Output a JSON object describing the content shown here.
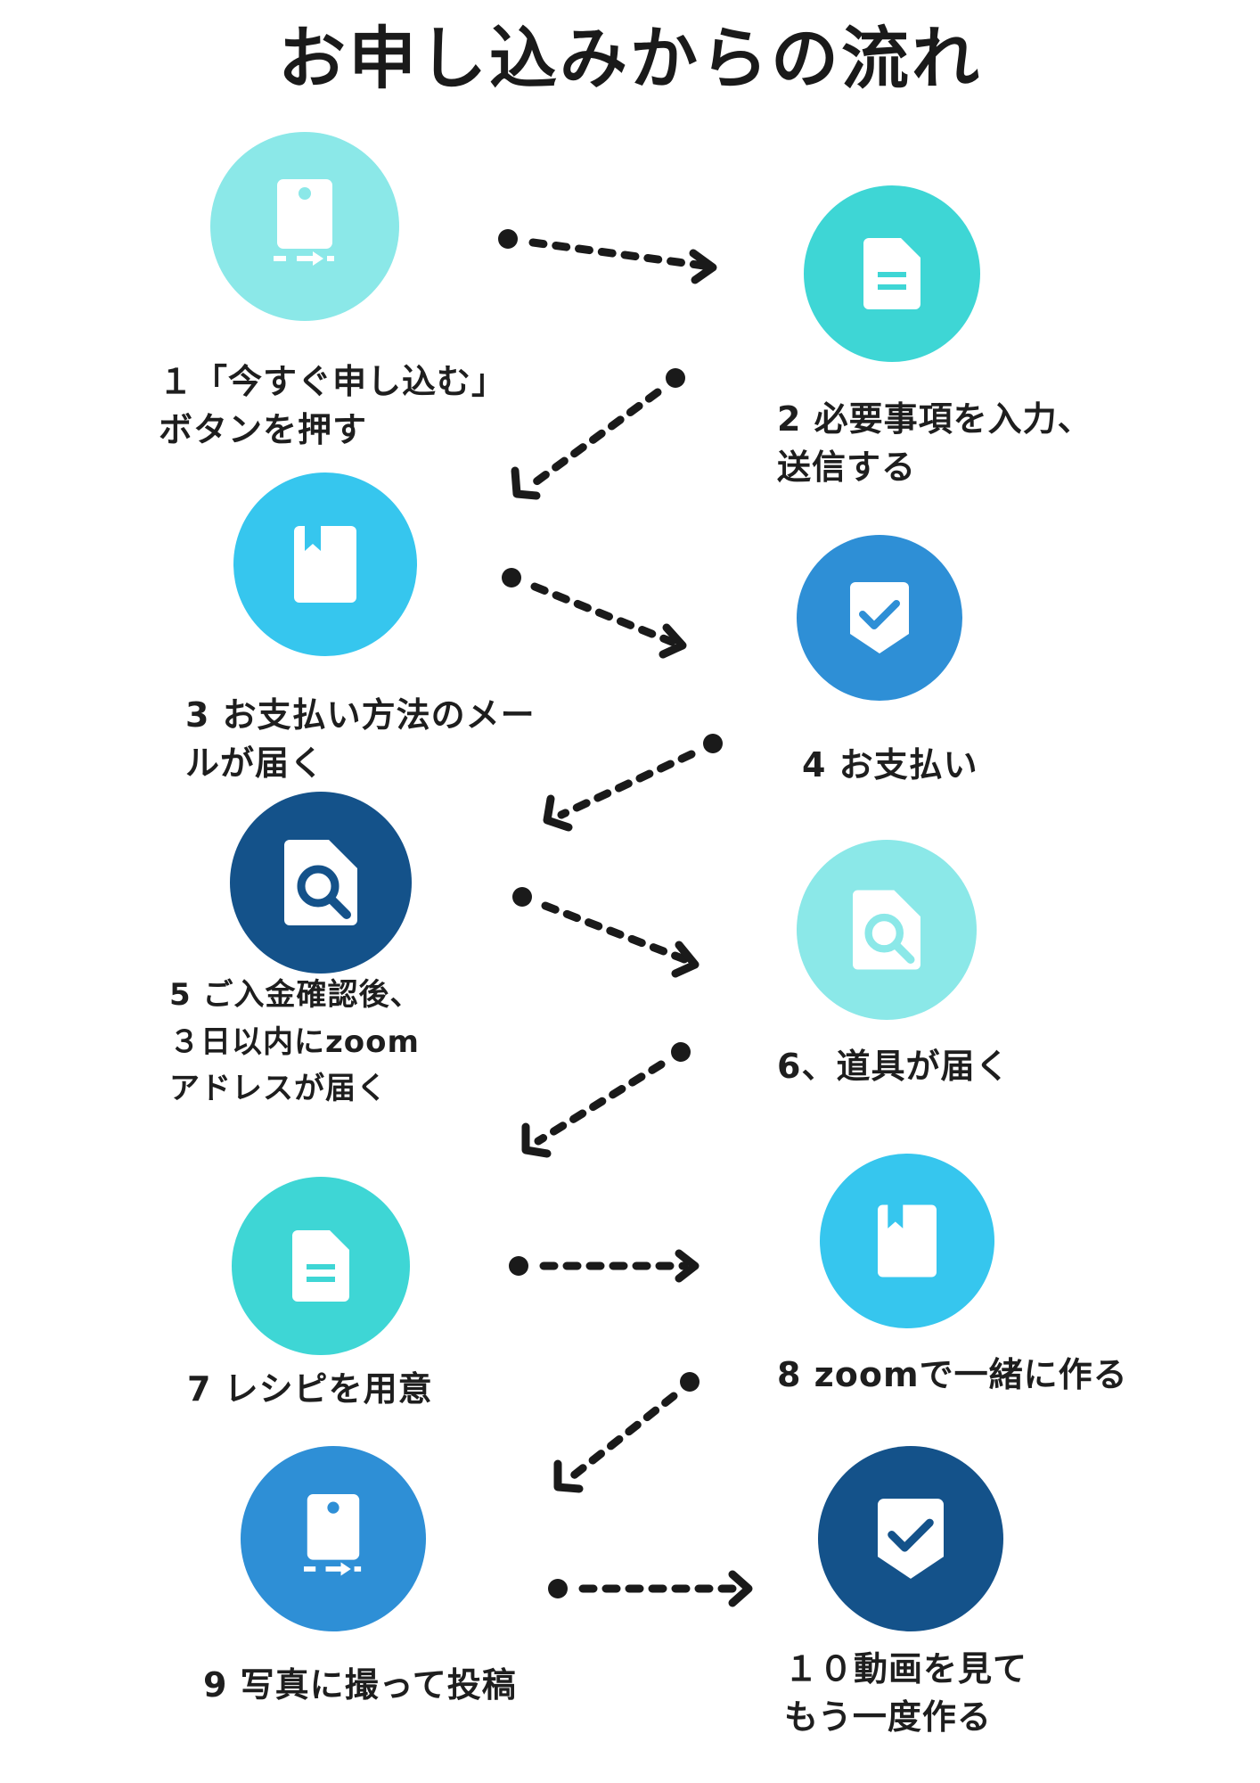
{
  "title": "お申し込みからの流れ",
  "colors": {
    "light_cyan": "#8BE8E8",
    "turquoise": "#3ED6D5",
    "sky_blue": "#36C6EE",
    "medium_blue": "#2E8FD6",
    "navy": "#14528A",
    "arrow": "#1a1a1a",
    "icon": "#ffffff"
  },
  "steps": [
    {
      "number": "1",
      "icon": "phone-icon",
      "color": "light_cyan",
      "lines": [
        "１「今すぐ申し込む」",
        "ボタンを押す"
      ]
    },
    {
      "number": "2",
      "icon": "document-icon",
      "color": "turquoise",
      "lines": [
        "2 必要事項を入力、",
        "送信する"
      ]
    },
    {
      "number": "3",
      "icon": "bookmark-icon",
      "color": "sky_blue",
      "lines": [
        "3 お支払い方法のメー",
        "ルが届く"
      ]
    },
    {
      "number": "4",
      "icon": "shield-check-icon",
      "color": "medium_blue",
      "lines": [
        "4 お支払い"
      ]
    },
    {
      "number": "5",
      "icon": "document-search-icon",
      "color": "navy",
      "lines": [
        "5 ご入金確認後、",
        "３日以内にzoom",
        "アドレスが届く"
      ]
    },
    {
      "number": "6",
      "icon": "document-search-icon",
      "color": "light_cyan",
      "lines": [
        "6、道具が届く"
      ]
    },
    {
      "number": "7",
      "icon": "document-icon",
      "color": "turquoise",
      "lines": [
        "7  レシピを用意"
      ]
    },
    {
      "number": "8",
      "icon": "bookmark-icon",
      "color": "sky_blue",
      "lines": [
        "8 zoomで一緒に作る"
      ]
    },
    {
      "number": "9",
      "icon": "phone-icon",
      "color": "medium_blue",
      "lines": [
        "9 写真に撮って投稿"
      ]
    },
    {
      "number": "10",
      "icon": "shield-check-icon",
      "color": "navy",
      "lines": [
        "１０動画を見て",
        "もう一度作る"
      ]
    }
  ]
}
